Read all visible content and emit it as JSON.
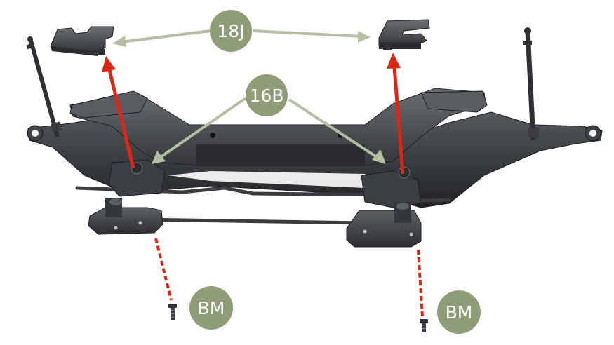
{
  "callouts": {
    "part_18j": "18J",
    "part_16b": "16B",
    "screw_left": "BM",
    "screw_right": "BM"
  },
  "colors": {
    "callout_fill": "#8f9c78",
    "leader_line": "#b4bea3",
    "assembly_arrow": "#d92816",
    "part_dark": "#2b2d30",
    "part_mid": "#45484c",
    "part_light": "#6a6d71"
  }
}
